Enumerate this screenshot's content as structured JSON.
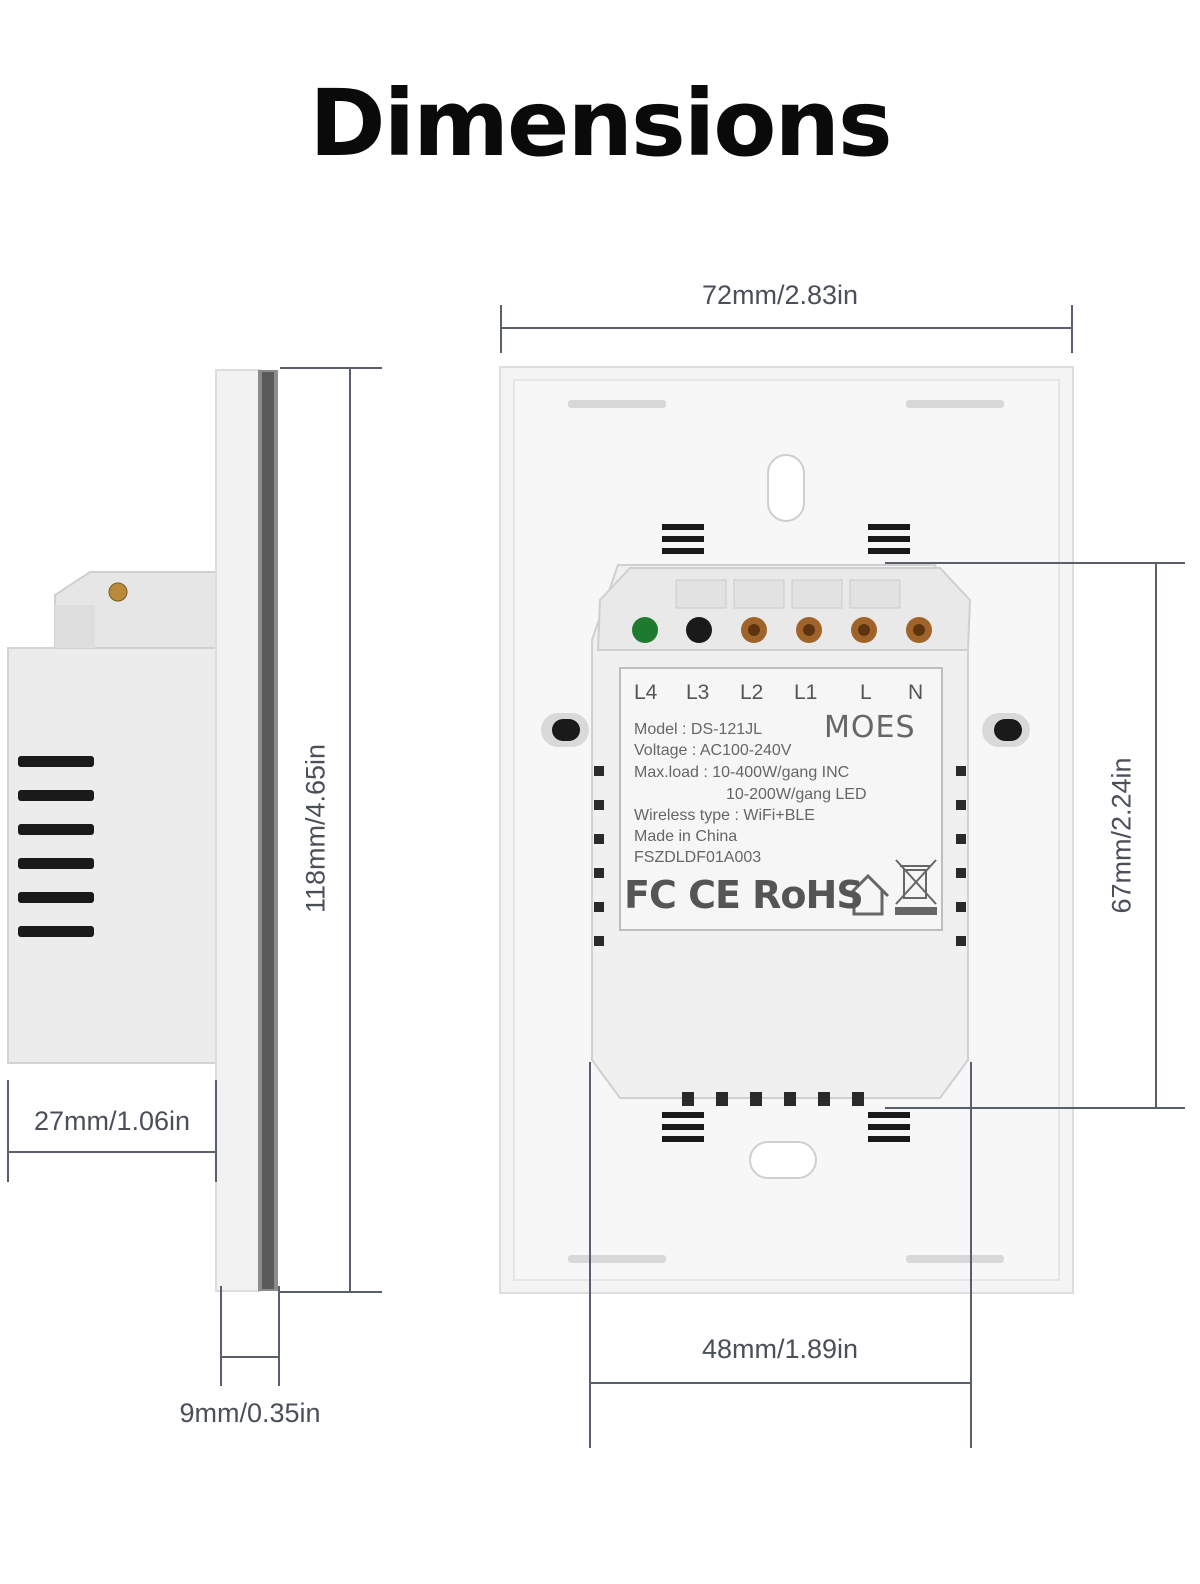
{
  "title": "Dimensions",
  "dimensions": {
    "front_width": "72mm/2.83in",
    "height": "118mm/4.65in",
    "box_depth": "27mm/1.06in",
    "panel_thickness": "9mm/0.35in",
    "box_height": "67mm/2.24in",
    "box_width": "48mm/1.89in"
  },
  "label": {
    "terminals": [
      "L4",
      "L3",
      "L2",
      "L1",
      "L",
      "N"
    ],
    "brand": "MOES",
    "lines": [
      "Model : DS-121JL",
      "Voltage : AC100-240V",
      "Max.load : 10-400W/gang  INC",
      "10-200W/gang  LED",
      "Wireless type : WiFi+BLE",
      "Made in China",
      "FSZDLDF01A003"
    ],
    "certifications": "FC CE RoHS"
  },
  "colors": {
    "line": "#59606c",
    "device": "#f0f0f0",
    "terminal_green": "#1e7a2e",
    "terminal_black": "#1a1a1a",
    "terminal_brass": "#a0642a"
  }
}
